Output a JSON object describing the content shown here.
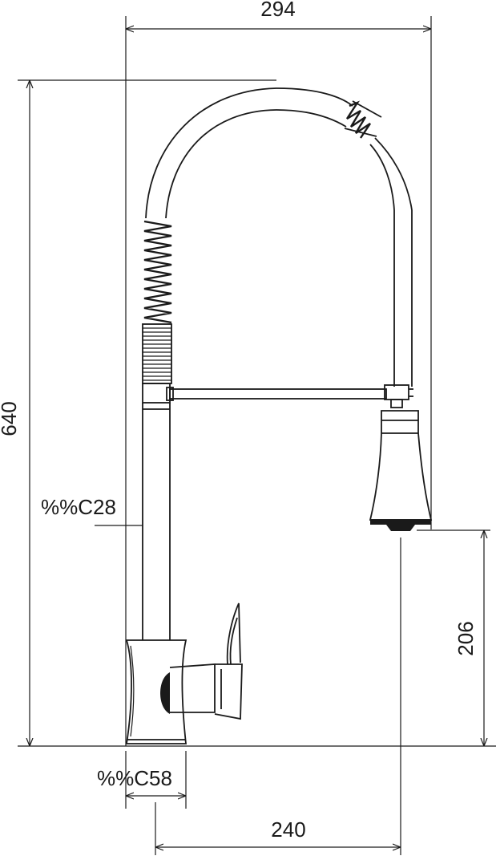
{
  "dimensions": {
    "total_width": "294",
    "total_height": "640",
    "spout_height": "206",
    "reach": "240",
    "body_diameter": "%%C28",
    "base_diameter": "%%C58"
  },
  "colors": {
    "line": "#1a1a1a",
    "background": "#ffffff"
  }
}
